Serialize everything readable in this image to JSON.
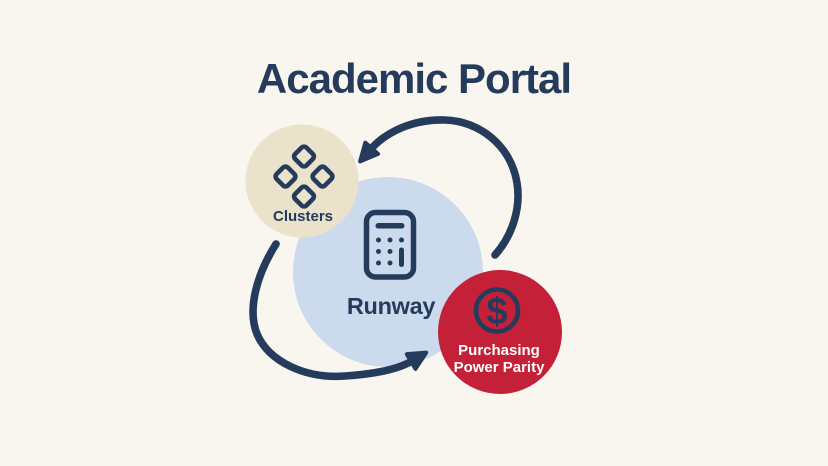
{
  "title": "Academic Portal",
  "colors": {
    "background": "#F9F5EF",
    "ink": "#253B5C",
    "clusters_fill": "#EAE2CB",
    "runway_fill": "#CCDAEE",
    "ppp_fill": "#C42138",
    "ppp_text": "#FFFFFF"
  },
  "nodes": {
    "clusters": {
      "label": "Clusters",
      "icon": "clusters-grid-icon"
    },
    "runway": {
      "label": "Runway",
      "icon": "calculator-icon"
    },
    "ppp": {
      "label_line1": "Purchasing",
      "label_line2": "Power Parity",
      "symbol": "$",
      "icon": "dollar-coin-icon"
    }
  },
  "edges": [
    {
      "from": "ppp",
      "to": "clusters",
      "style": "curved-arrow-top"
    },
    {
      "from": "clusters",
      "to": "ppp",
      "style": "curved-arrow-bottom"
    }
  ]
}
